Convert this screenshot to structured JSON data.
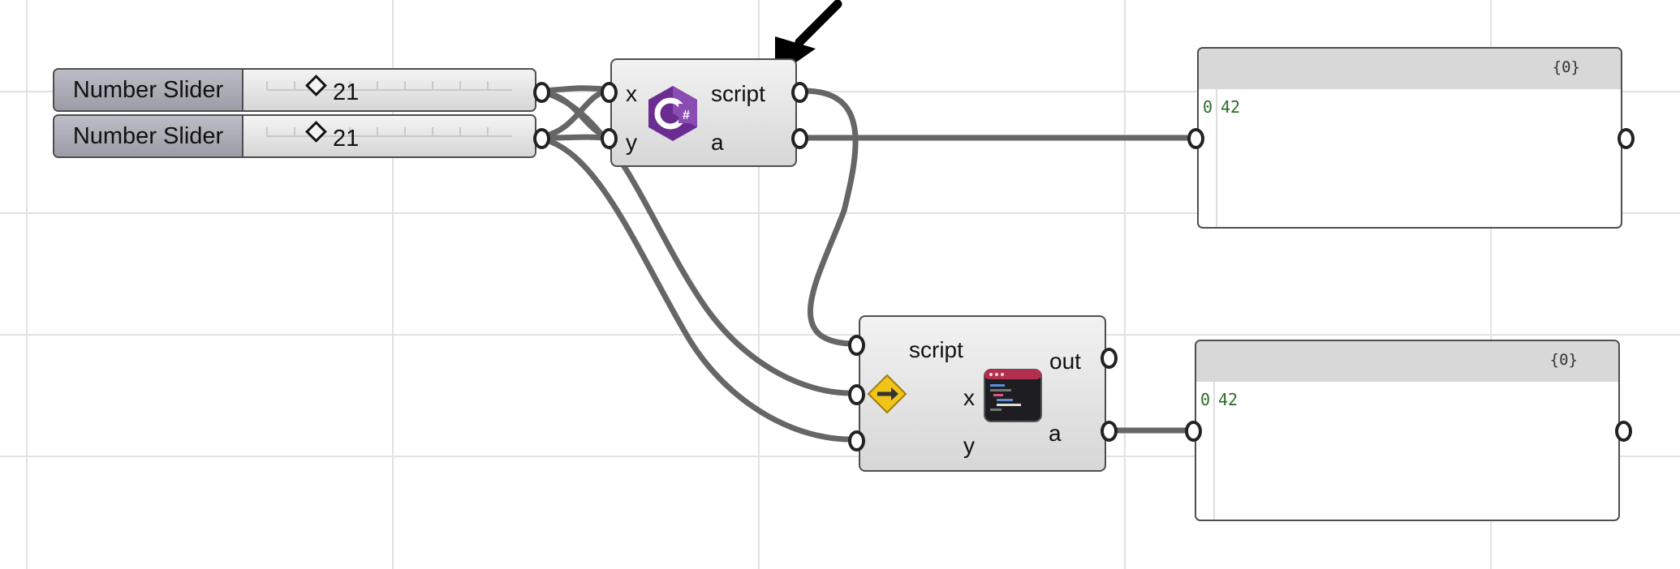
{
  "sliders": [
    {
      "label": "Number Slider",
      "value": "21"
    },
    {
      "label": "Number Slider",
      "value": "21"
    }
  ],
  "csharp_component": {
    "icon": "csharp-icon",
    "inputs": [
      "x",
      "y"
    ],
    "outputs": [
      "script",
      "a"
    ]
  },
  "script_component": {
    "icon": "code-editor-icon",
    "status_icon": "arrow-right-icon",
    "inputs": [
      "script",
      "x",
      "y"
    ],
    "outputs": [
      "out",
      "a"
    ]
  },
  "panels": [
    {
      "path": "{0}",
      "index": "0",
      "value": "42"
    },
    {
      "path": "{0}",
      "index": "0",
      "value": "42"
    }
  ],
  "colors": {
    "wire": "#666666",
    "csharp_purple": "#6b2c91",
    "status_yellow": "#f0c419",
    "panel_text": "#2a6b2a"
  }
}
